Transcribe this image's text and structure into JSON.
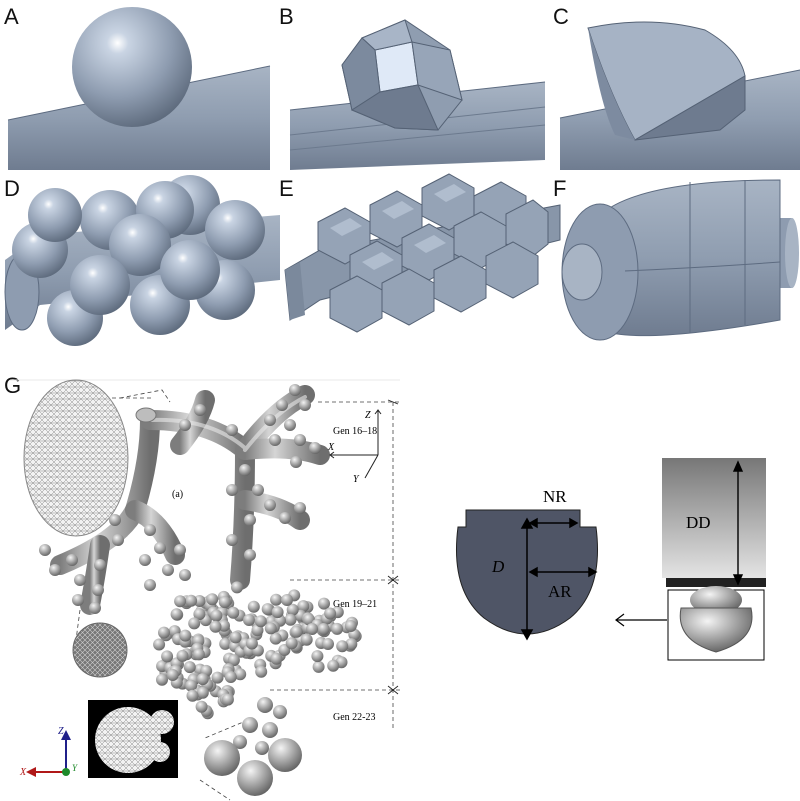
{
  "panels": {
    "a": "A",
    "b": "B",
    "c": "C",
    "d": "D",
    "e": "E",
    "f": "F",
    "g": "G"
  },
  "airway": {
    "inset_label": "(a)",
    "generations": [
      "Gen 16–18",
      "Gen 19–21",
      "Gen 22-23"
    ],
    "local_axes": {
      "z": "Z",
      "x": "X",
      "y": "Y"
    },
    "global_axes": {
      "z": "Z",
      "x": "X",
      "y": "Y"
    }
  },
  "alveolus": {
    "nr": "NR",
    "d": "D",
    "ar": "AR",
    "dd": "DD"
  },
  "colors": {
    "steel": "#8f9db0",
    "steel_dark": "#5d6b80",
    "steel_light": "#b9c6d6",
    "face_highlight": "#dfe9f7",
    "slate": "#4f5566"
  }
}
